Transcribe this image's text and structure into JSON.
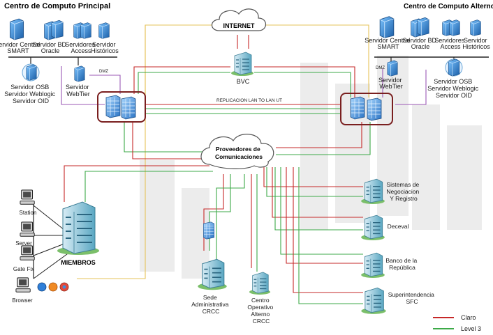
{
  "titles": {
    "principal": "Centro de Computo Principal",
    "alterno": "Centro de Computo Alterno"
  },
  "principal_servers": {
    "central": [
      "Servidor Central",
      "SMART"
    ],
    "bd": [
      "Servidor BD",
      "Oracle"
    ],
    "access": [
      "Servidores",
      "Access"
    ],
    "historicos": [
      "Servidor",
      "Históricos"
    ],
    "osb": [
      "Servidor  OSB",
      "Servidor Weblogic",
      "Servidor OID"
    ],
    "webtier": [
      "Servidor",
      "WebTier"
    ],
    "dmz": "DMZ"
  },
  "alterno_servers": {
    "central": [
      "Servidor Central",
      "SMART"
    ],
    "bd": [
      "Servidor BD",
      "Oracle"
    ],
    "access": [
      "Servidores",
      "Access"
    ],
    "historicos": [
      "Servidor",
      "Históricos"
    ],
    "osb": [
      "Servidor  OSB",
      "Servidor Weblogic",
      "Servidor OID"
    ],
    "webtier": [
      "Servidor",
      "WebTier"
    ],
    "dmz": "DMZ"
  },
  "clouds": {
    "internet": "INTERNET",
    "proveedores": [
      "Proveedores de",
      "Comunicaciones"
    ]
  },
  "bvc": "BVC",
  "replicacion": "REPLICACION LAN TO LAN UT",
  "members": {
    "station": "Station",
    "server": "Server",
    "gatefix": "Gate Fix",
    "browser": "Browser",
    "miembros": "MIEMBROS"
  },
  "sede": [
    "Sede",
    "Administrativa",
    "CRCC"
  ],
  "centro_operativo": [
    "Centro",
    "Operativo",
    "Alterno",
    "CRCC"
  ],
  "entities": {
    "sistemas": [
      "Sistemas de",
      "Negociacion",
      "Y Registro"
    ],
    "deceval": "Deceval",
    "banco": [
      "Banco de la",
      "República"
    ],
    "superintendencia": [
      "Superintendencia",
      "SFC"
    ]
  },
  "legend": {
    "claro": "Claro",
    "level3": "Level 3"
  },
  "colors": {
    "claro": "#c62828",
    "level3": "#3caa48",
    "yellow_link": "#e6c35a",
    "dmz_link": "#9b59b6",
    "firewall_box": "#7a1f1f",
    "server_blue": "#2b7fd0",
    "building_teal": "#4fa5b8"
  }
}
